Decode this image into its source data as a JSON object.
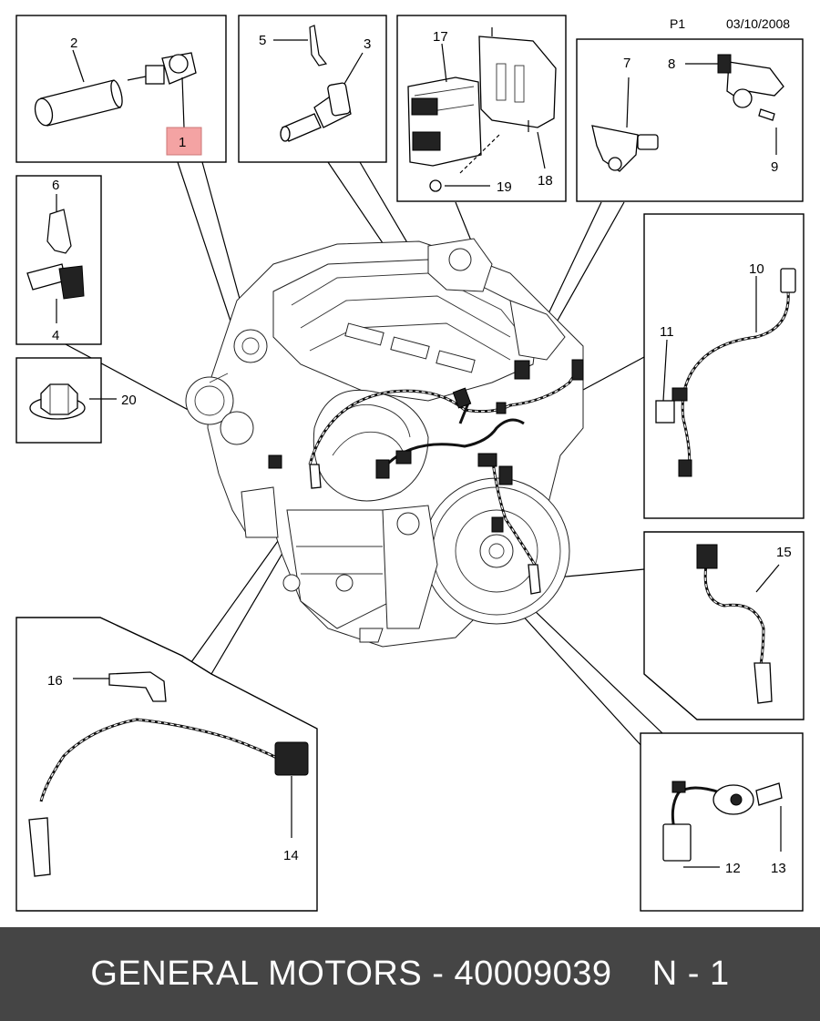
{
  "header": {
    "page": "P1",
    "date": "03/10/2008"
  },
  "callouts": {
    "c1": "1",
    "c2": "2",
    "c3": "3",
    "c4": "4",
    "c5": "5",
    "c6": "6",
    "c7": "7",
    "c8": "8",
    "c9": "9",
    "c10": "10",
    "c11": "11",
    "c12": "12",
    "c13": "13",
    "c14": "14",
    "c15": "15",
    "c16": "16",
    "c17": "17",
    "c18": "18",
    "c19": "19",
    "c20": "20"
  },
  "highlight_color": "#f4a3a3",
  "footer": {
    "text": "GENERAL MOTORS - 40009039    N - 1"
  }
}
